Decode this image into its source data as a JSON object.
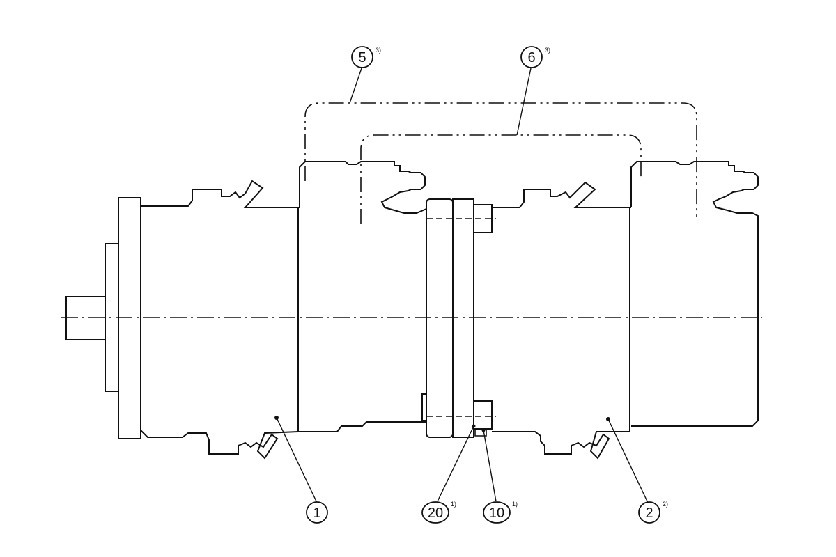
{
  "callouts": {
    "item1": {
      "number": "1",
      "note": ""
    },
    "item2": {
      "number": "2",
      "note": "2)"
    },
    "item5": {
      "number": "5",
      "note": "3)"
    },
    "item6": {
      "number": "6",
      "note": "3)"
    },
    "item10": {
      "number": "10",
      "note": "1)"
    },
    "item20": {
      "number": "20",
      "note": "1)"
    }
  },
  "colors": {
    "line": "#111111",
    "background": "#ffffff"
  }
}
